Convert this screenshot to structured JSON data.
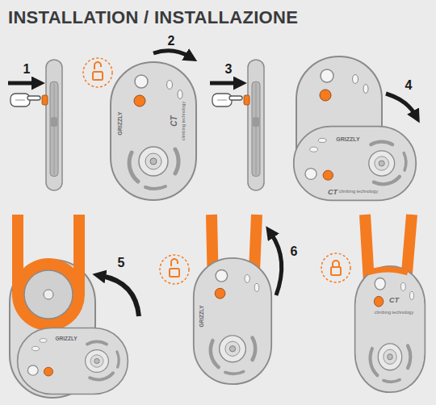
{
  "diagram": {
    "title": "INSTALLATION / INSTALLAZIONE",
    "labels": [
      "1",
      "2",
      "3",
      "4",
      "5",
      "6",
      "GRIZZLY",
      "CT",
      "climbing technology",
      "GRIZZLY",
      "CT",
      "climbing technology",
      "GRIZZLY",
      "GRIZZLY",
      "CT",
      "climbing technology"
    ]
  }
}
